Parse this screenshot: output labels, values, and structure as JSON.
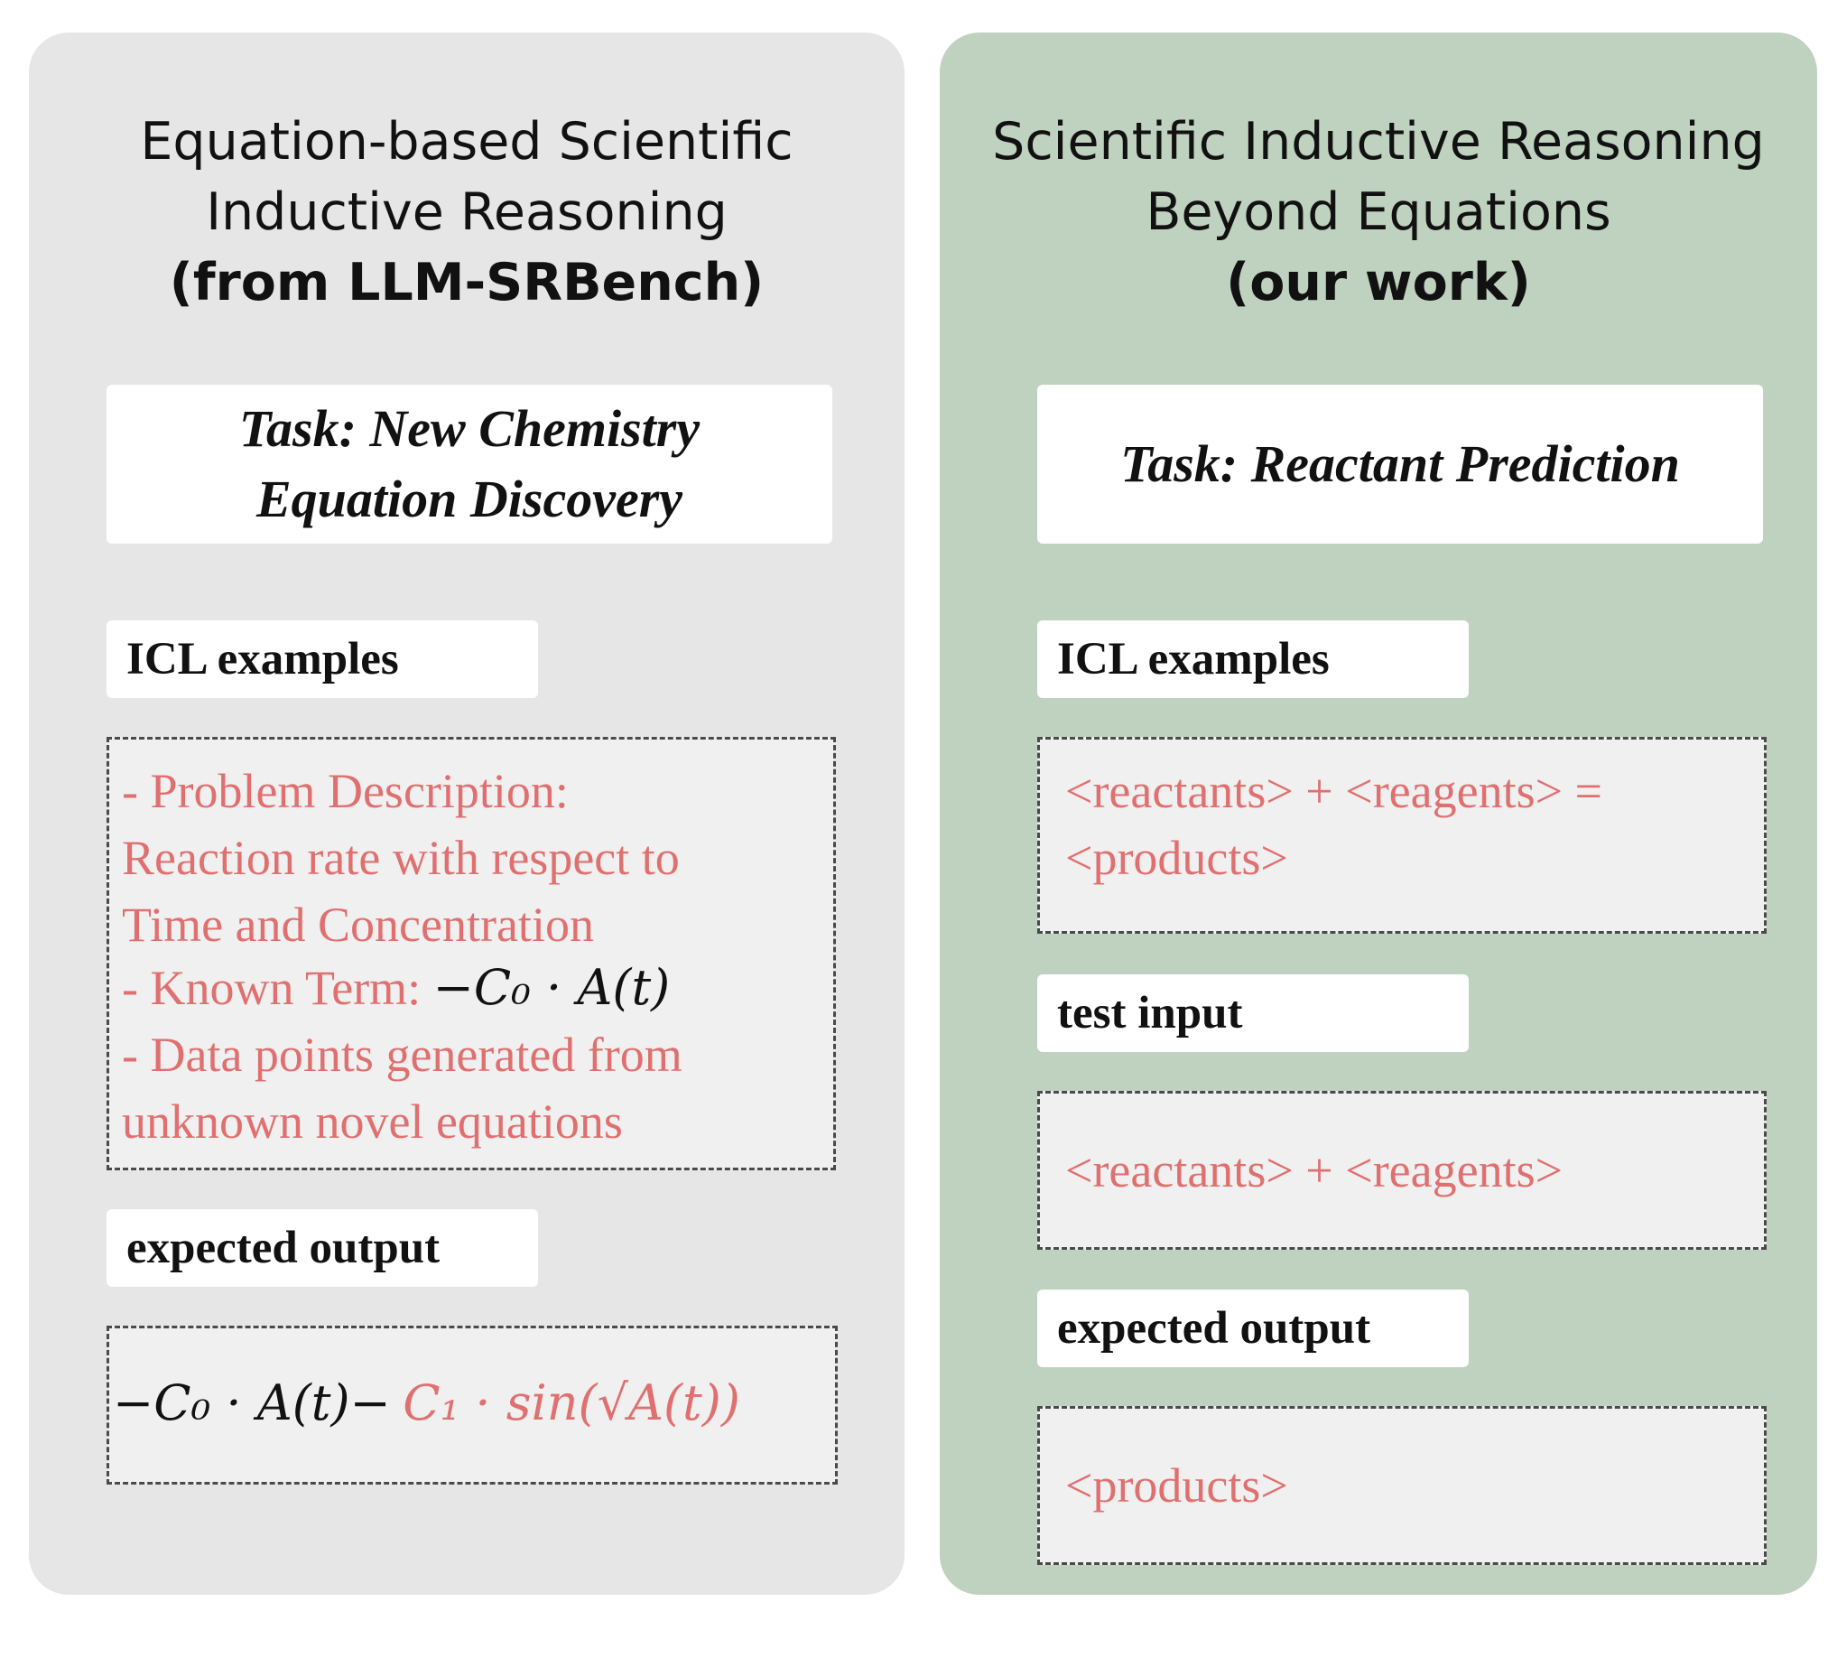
{
  "left": {
    "title_lines": [
      "Equation-based Scientific",
      "Inductive Reasoning",
      "(from LLM-SRBench)"
    ],
    "task_lines": [
      "Task: New Chemistry",
      "Equation Discovery"
    ],
    "icl_label": "ICL examples",
    "icl_lines": [
      "- Problem Description:",
      "Reaction rate with respect to",
      "Time and Concentration",
      "- Known Term:",
      "- Data points generated from",
      "unknown novel equations"
    ],
    "known_term_math": "−C₀ · A(t)",
    "expected_label": "expected output",
    "expected_math": {
      "known_part": "−C₀ · A(t)−",
      "new_part": "C₁ · sin(√A(t))"
    }
  },
  "right": {
    "title_lines": [
      "Scientific Inductive Reasoning",
      "Beyond Equations",
      "(our work)"
    ],
    "task": "Task: Reactant Prediction",
    "icl_label": "ICL examples",
    "icl_lines": [
      "<reactants> + <reagents> =",
      "<products>"
    ],
    "test_label": "test input",
    "test_line": "<reactants> + <reagents>",
    "expected_label": "expected output",
    "expected_line": "<products>"
  },
  "colors": {
    "left_panel": "#e6e6e6",
    "right_panel": "#bfd1bf",
    "highlight_text": "#e07070"
  }
}
